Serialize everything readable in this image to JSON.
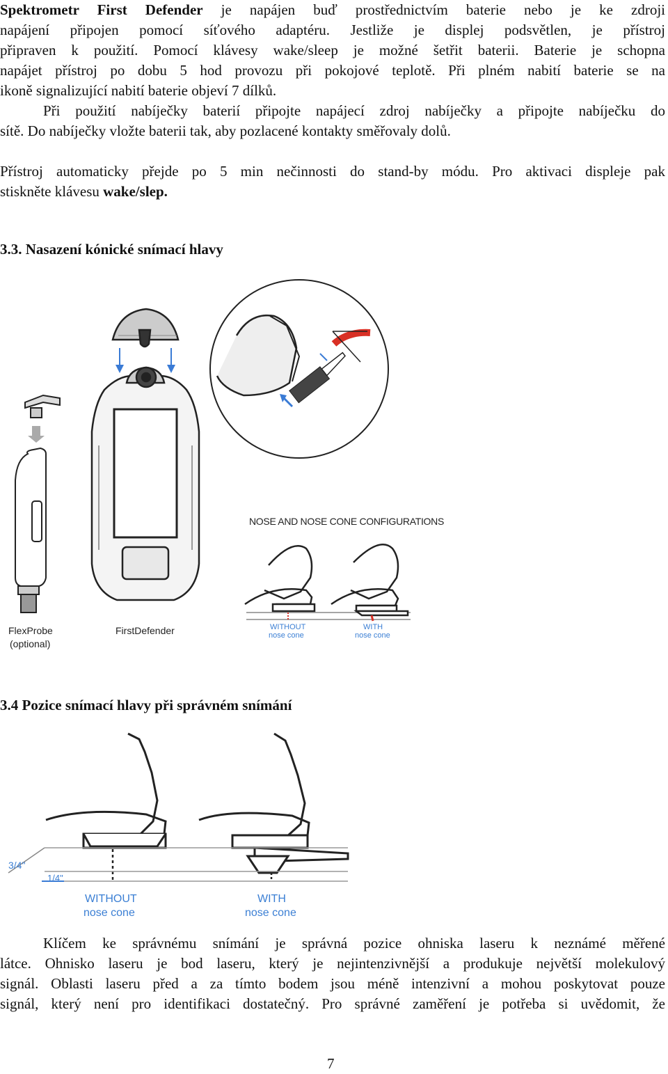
{
  "p1": {
    "bold": "Spektrometr First Defender",
    "l1": " je napájen buď prostřednictvím baterie nebo je ke zdroji",
    "l2": "napájení připojen pomocí síťového adaptéru. Jestliže je displej podsvětlen, je přístroj",
    "l3": "připraven k použití. Pomocí klávesy wake/sleep je možné šetřit baterii. Baterie je schopna",
    "l4": "napájet přístroj po dobu 5 hod provozu při pokojové teplotě. Při plném nabití baterie se na",
    "l5": "ikoně signalizující nabití baterie objeví 7 dílků."
  },
  "p2": {
    "l1": "Při použití nabíječky baterií připojte napájecí zdroj nabíječky a připojte nabíječku do",
    "l2": "sítě. Do nabíječky vložte baterii tak, aby pozlacené kontakty směřovaly dolů."
  },
  "p3": {
    "l1": "Přístroj automaticky přejde po 5 min nečinnosti do stand-by módu. Pro aktivaci displeje pak",
    "l2a": "stiskněte klávesu ",
    "l2b": "wake/slep."
  },
  "h1": "3.3. Nasazení kónické snímací hlavy",
  "fig1": {
    "label_flexprobe": "FlexProbe",
    "label_optional": "(optional)",
    "label_firstdefender": "FirstDefender",
    "nose_title": "NOSE AND NOSE CONE CONFIGURATIONS",
    "without": "WITHOUT",
    "with": "WITH",
    "nose_cone": "nose cone"
  },
  "h2": "3.4  Pozice snímací hlavy při správném snímání",
  "fig2": {
    "dim1": "3/4\"",
    "dim2": "1/4\"",
    "without": "WITHOUT",
    "with": "WITH",
    "nose_cone": "nose cone"
  },
  "p4": {
    "l1": "Klíčem ke správnému snímání je správná pozice ohniska laseru k neznámé měřené",
    "l2": "látce. Ohnisko laseru je bod laseru, který je nejintenzivnější a produkuje největší molekulový",
    "l3": "signál. Oblasti laseru před a za tímto bodem jsou méně intenzivní a mohou poskytovat pouze",
    "l4": "signál, který není pro identifikaci dostatečný. Pro správné zaměření je potřeba si uvědomit, že"
  },
  "page_number": "7",
  "colors": {
    "text": "#111111",
    "accent_blue": "#3a7bd5",
    "accent_red": "#d93025",
    "label_blue": "#3b7fd4"
  }
}
